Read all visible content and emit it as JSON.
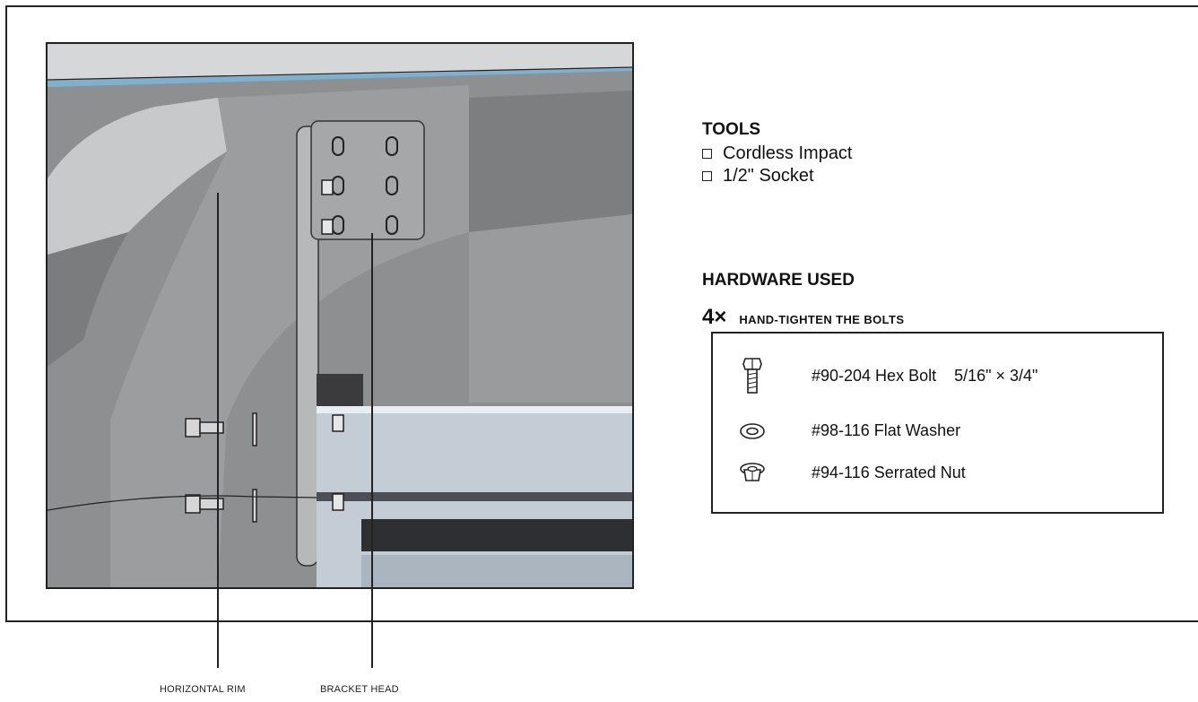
{
  "tools": {
    "title": "TOOLS",
    "items": [
      {
        "label": "Cordless Impact"
      },
      {
        "label": "1/2\" Socket"
      }
    ]
  },
  "hardware": {
    "title": "HARDWARE USED",
    "quantity": "4×",
    "instruction": "HAND-TIGHTEN THE BOLTS",
    "items": [
      {
        "label": "#90-204 Hex Bolt",
        "size": "5/16\" × 3/4\"",
        "icon": "hex-bolt-icon"
      },
      {
        "label": "#98-116 Flat Washer",
        "size": "",
        "icon": "flat-washer-icon"
      },
      {
        "label": "#94-116 Serrated Nut",
        "size": "",
        "icon": "serrated-nut-icon"
      }
    ]
  },
  "callouts": {
    "horizontal_rim": "HORIZONTAL RIM",
    "bracket_head": "BRACKET HEAD"
  },
  "colors": {
    "line": "#222222",
    "metal_dark": "#6e6e70",
    "metal_light": "#c9d3dc",
    "accent_blue": "#3a8fc8"
  }
}
